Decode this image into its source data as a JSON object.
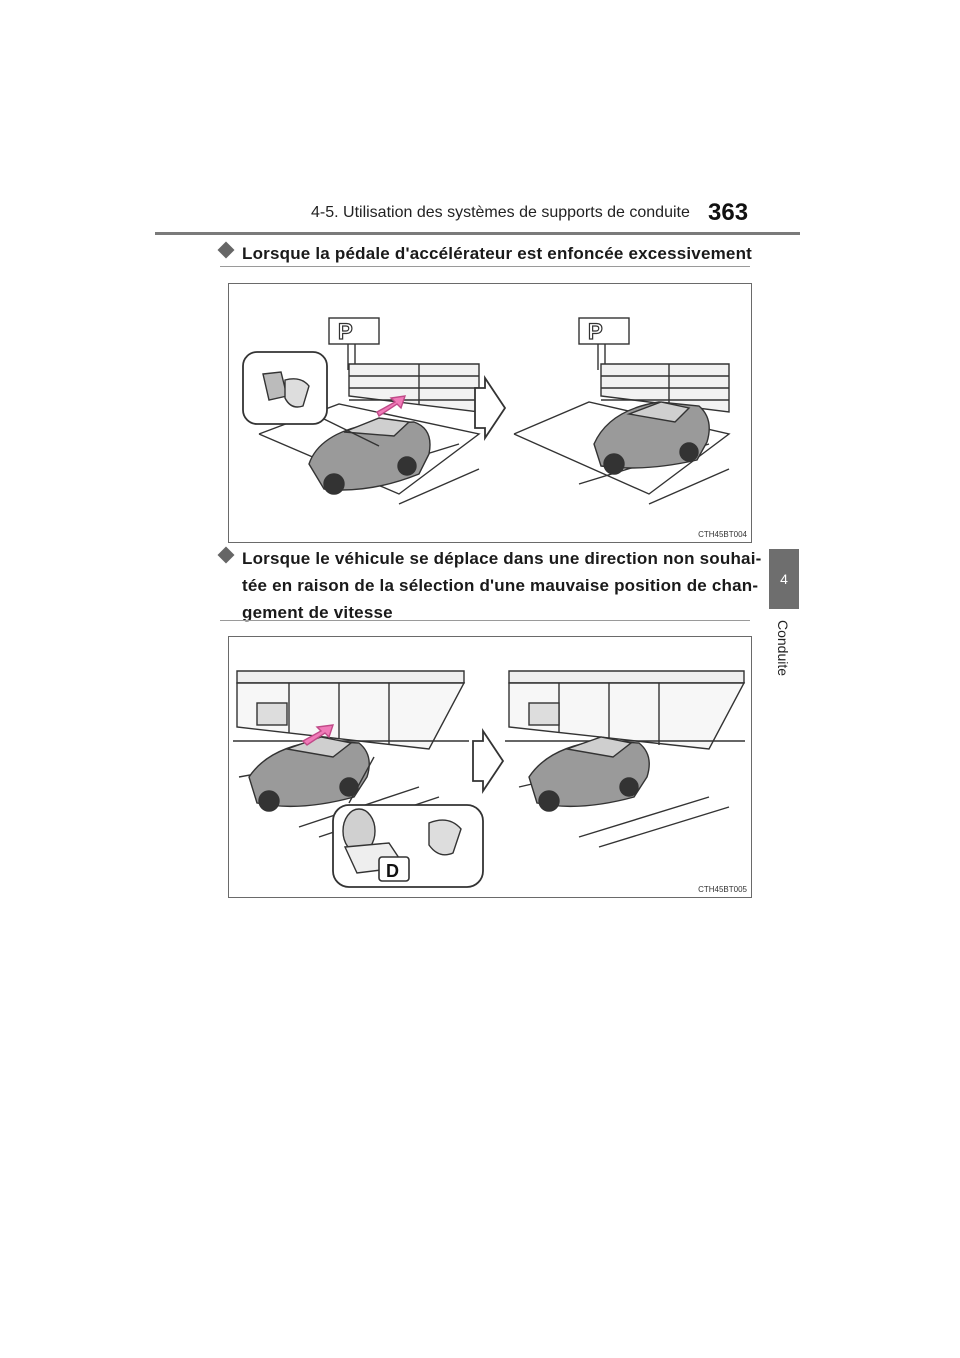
{
  "header": {
    "title": "4-5. Utilisation des systèmes de supports de conduite",
    "page_number": "363"
  },
  "side_tab": {
    "chapter_number": "4",
    "chapter_label": "Conduite"
  },
  "sections": [
    {
      "heading_lines": [
        "Lorsque la pédale d'accélérateur est enfoncée excessivement"
      ],
      "figure_code": "CTH45BT004"
    },
    {
      "heading_lines": [
        "Lorsque le véhicule se déplace dans une direction non souhai-",
        "tée en raison de la sélection d'une mauvaise position de chan-",
        "gement de vitesse"
      ],
      "figure_code": "CTH45BT005",
      "shift_label": "D"
    }
  ],
  "colors": {
    "arrow_accent": "#f07ab8",
    "tab_gray": "#6e6e6e"
  }
}
